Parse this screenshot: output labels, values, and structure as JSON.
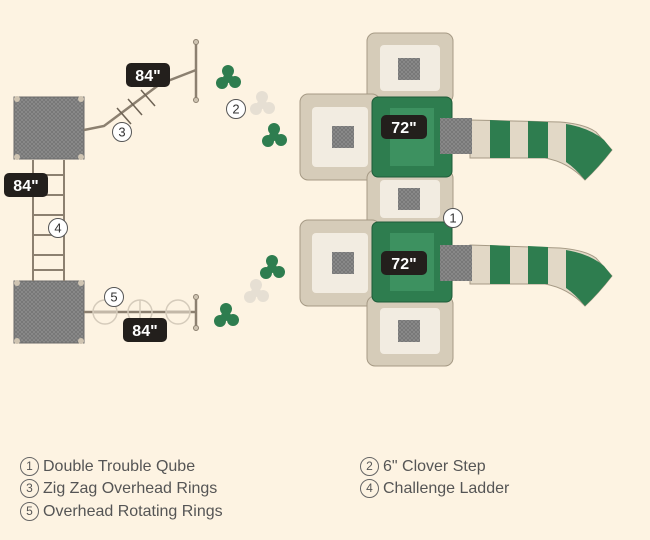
{
  "dimensions": {
    "d1": "84\"",
    "d2": "84\"",
    "d3": "84\"",
    "d4": "72\"",
    "d5": "72\""
  },
  "callouts": {
    "c1": "1",
    "c2": "2",
    "c3": "3",
    "c4": "4",
    "c5": "5"
  },
  "legend": [
    {
      "num": "1",
      "label": "Double Trouble Qube"
    },
    {
      "num": "2",
      "label": "6\" Clover Step"
    },
    {
      "num": "3",
      "label": "Zig Zag Overhead Rings"
    },
    {
      "num": "4",
      "label": "Challenge Ladder"
    },
    {
      "num": "5",
      "label": "Overhead Rotating Rings"
    }
  ],
  "colors": {
    "background": "#fdf3e2",
    "green": "#2e7d4f",
    "beige": "#d8cfbe",
    "platform": "#8b8b8b",
    "dimension_bg": "#231f1c"
  }
}
